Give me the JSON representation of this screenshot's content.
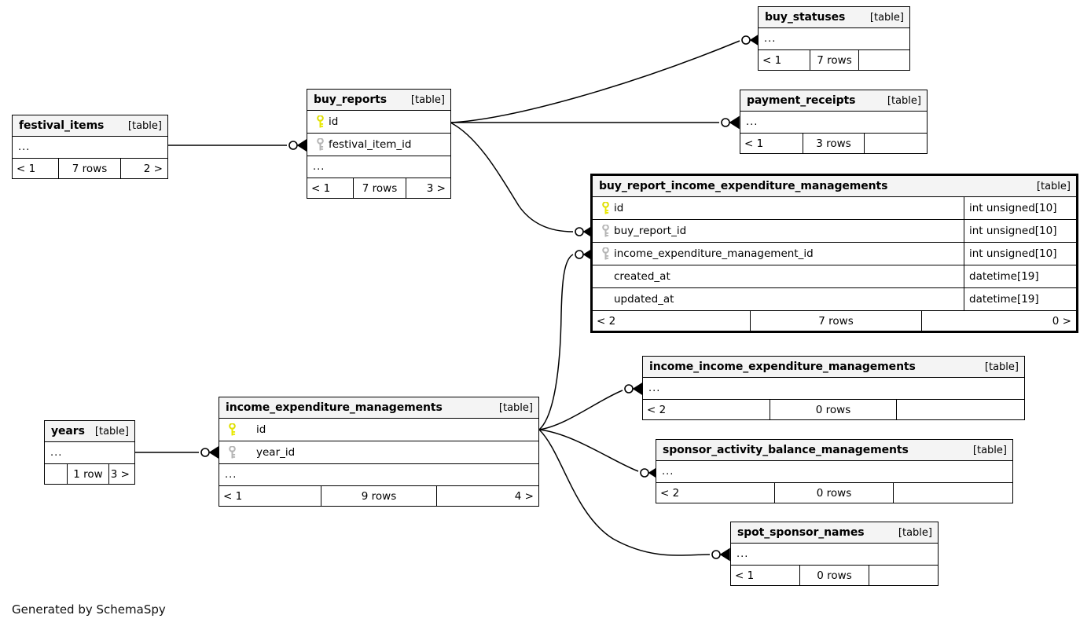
{
  "diagram": {
    "tool_credit": "Generated by SchemaSpy",
    "table_tag": "[table]",
    "ellipsis": "...",
    "pk_icon": "yellow-key-icon",
    "fk_icon": "gray-key-icon",
    "colors": {
      "pk_key": "#e8e800",
      "fk_key": "#b0b0b0",
      "header_bg": "#f4f4f4",
      "border": "#000000",
      "edge": "#000000",
      "background": "#ffffff"
    }
  },
  "tables": [
    {
      "id": "buy_statuses",
      "name": "buy_statuses",
      "tag": "[table]",
      "focused": false,
      "columns": [],
      "has_ellipsis_row": true,
      "footer": {
        "left": "< 1",
        "center": "7 rows",
        "right": ""
      }
    },
    {
      "id": "payment_receipts",
      "name": "payment_receipts",
      "tag": "[table]",
      "focused": false,
      "columns": [],
      "has_ellipsis_row": true,
      "footer": {
        "left": "< 1",
        "center": "3 rows",
        "right": ""
      }
    },
    {
      "id": "buy_reports",
      "name": "buy_reports",
      "tag": "[table]",
      "focused": false,
      "columns": [
        {
          "key": "pk",
          "name": "id",
          "type": ""
        },
        {
          "key": "fk",
          "name": "festival_item_id",
          "type": ""
        }
      ],
      "has_ellipsis_row": true,
      "footer": {
        "left": "< 1",
        "center": "7 rows",
        "right": "3 >"
      }
    },
    {
      "id": "festival_items",
      "name": "festival_items",
      "tag": "[table]",
      "focused": false,
      "columns": [],
      "has_ellipsis_row": true,
      "footer": {
        "left": "< 1",
        "center": "7 rows",
        "right": "2 >"
      }
    },
    {
      "id": "buy_report_income_expenditure_managements",
      "name": "buy_report_income_expenditure_managements",
      "tag": "[table]",
      "focused": true,
      "columns": [
        {
          "key": "pk",
          "name": "id",
          "type": "int unsigned[10]"
        },
        {
          "key": "fk",
          "name": "buy_report_id",
          "type": "int unsigned[10]"
        },
        {
          "key": "fk",
          "name": "income_expenditure_management_id",
          "type": "int unsigned[10]"
        },
        {
          "key": "none",
          "name": "created_at",
          "type": "datetime[19]"
        },
        {
          "key": "none",
          "name": "updated_at",
          "type": "datetime[19]"
        }
      ],
      "has_ellipsis_row": false,
      "footer": {
        "left": "< 2",
        "center": "7 rows",
        "right": "0 >"
      }
    },
    {
      "id": "income_income_expenditure_managements",
      "name": "income_income_expenditure_managements",
      "tag": "[table]",
      "focused": false,
      "columns": [],
      "has_ellipsis_row": true,
      "footer": {
        "left": "< 2",
        "center": "0 rows",
        "right": ""
      }
    },
    {
      "id": "sponsor_activity_balance_managements",
      "name": "sponsor_activity_balance_managements",
      "tag": "[table]",
      "focused": false,
      "columns": [],
      "has_ellipsis_row": true,
      "footer": {
        "left": "< 2",
        "center": "0 rows",
        "right": ""
      }
    },
    {
      "id": "spot_sponsor_names",
      "name": "spot_sponsor_names",
      "tag": "[table]",
      "focused": false,
      "columns": [],
      "has_ellipsis_row": true,
      "footer": {
        "left": "< 1",
        "center": "0 rows",
        "right": ""
      }
    },
    {
      "id": "income_expenditure_managements",
      "name": "income_expenditure_managements",
      "tag": "[table]",
      "focused": false,
      "columns": [
        {
          "key": "pk",
          "name": "id",
          "type": ""
        },
        {
          "key": "fk",
          "name": "year_id",
          "type": ""
        }
      ],
      "has_ellipsis_row": true,
      "footer": {
        "left": "< 1",
        "center": "9 rows",
        "right": "4 >"
      }
    },
    {
      "id": "years",
      "name": "years",
      "tag": "[table]",
      "focused": false,
      "columns": [],
      "has_ellipsis_row": true,
      "footer": {
        "left": "",
        "center": "1 row",
        "right": "3 >"
      }
    }
  ],
  "relationships": [
    {
      "from": "festival_items",
      "to": "buy_reports.festival_item_id"
    },
    {
      "from": "buy_reports.id",
      "to": "buy_statuses"
    },
    {
      "from": "buy_reports.id",
      "to": "payment_receipts"
    },
    {
      "from": "buy_reports.id",
      "to": "buy_report_income_expenditure_managements.buy_report_id"
    },
    {
      "from": "years",
      "to": "income_expenditure_managements.year_id"
    },
    {
      "from": "income_expenditure_managements.id",
      "to": "buy_report_income_expenditure_managements.income_expenditure_management_id"
    },
    {
      "from": "income_expenditure_managements.id",
      "to": "income_income_expenditure_managements"
    },
    {
      "from": "income_expenditure_managements.id",
      "to": "sponsor_activity_balance_managements"
    },
    {
      "from": "income_expenditure_managements.id",
      "to": "spot_sponsor_names"
    }
  ]
}
